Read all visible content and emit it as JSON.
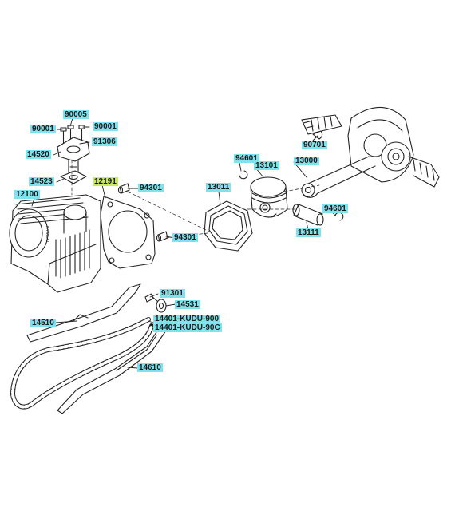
{
  "colors": {
    "label_highlight": "#7fe3ee",
    "selected_highlight": "#c8e86a",
    "line": "#222222"
  },
  "labels": {
    "p90005": "90005",
    "p90001_left": "90001",
    "p90001_right": "90001",
    "p91306": "91306",
    "p14520": "14520",
    "p14523": "14523",
    "p12191": "12191",
    "p94301_top": "94301",
    "p12100": "12100",
    "p94301_bottom": "94301",
    "p13011": "13011",
    "p94601_top": "94601",
    "p13101": "13101",
    "p13000": "13000",
    "p90701": "90701",
    "p94601_right": "94601",
    "p13111": "13111",
    "p91301": "91301",
    "p14531": "14531",
    "p14510": "14510",
    "p14401_a": "14401-KUDU-900",
    "p14401_b": "14401-KUDU-90C",
    "p14610": "14610"
  },
  "cylinder_brand": "KYMCO"
}
